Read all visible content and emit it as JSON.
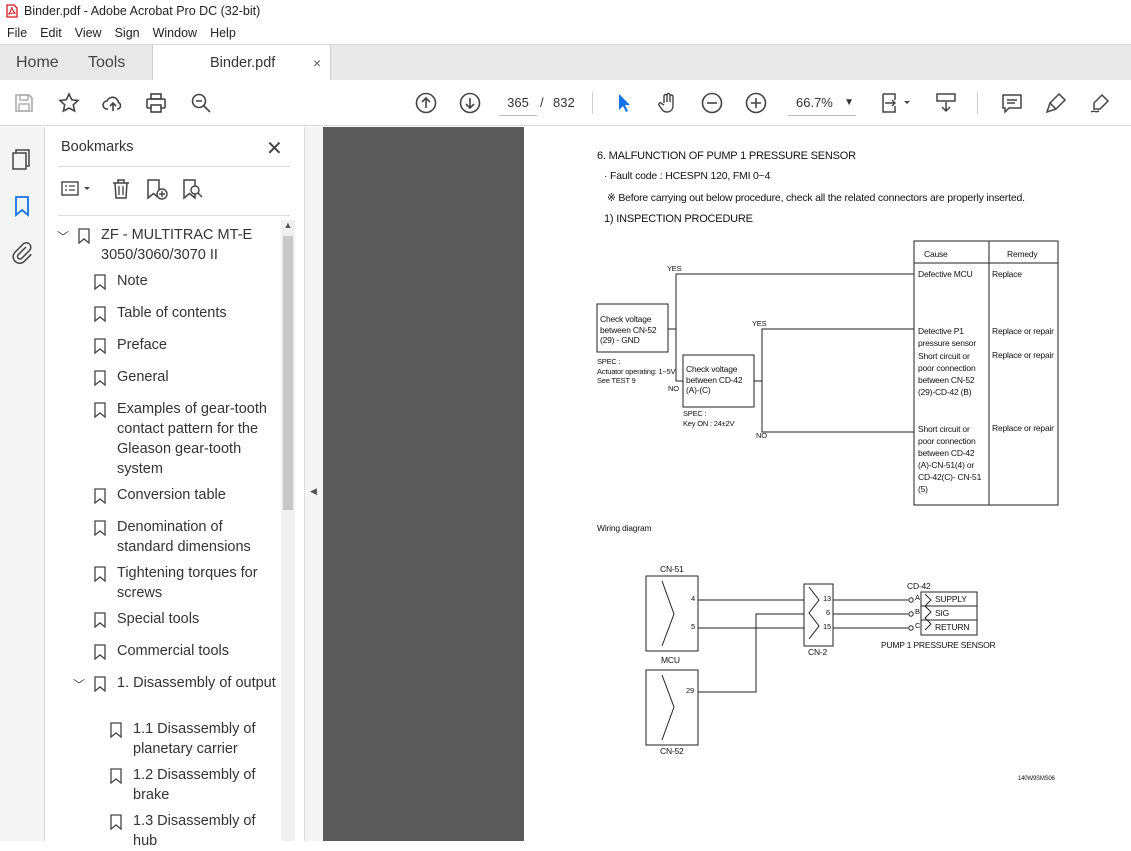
{
  "window": {
    "title": "Binder.pdf - Adobe Acrobat Pro DC (32-bit)"
  },
  "menu": [
    "File",
    "Edit",
    "View",
    "Sign",
    "Window",
    "Help"
  ],
  "tabs": {
    "home": "Home",
    "tools": "Tools",
    "doc": "Binder.pdf",
    "close": "×"
  },
  "toolbar": {
    "page_current": "365",
    "page_sep": "/",
    "page_total": "832",
    "zoom": "66.7%"
  },
  "bookmarks": {
    "title": "Bookmarks",
    "close": "✕",
    "items": [
      {
        "label": "ZF - MULTITRAC  MT-E 3050/3060/3070 II"
      },
      {
        "label": "Note"
      },
      {
        "label": "Table of contents"
      },
      {
        "label": "Preface"
      },
      {
        "label": "General"
      },
      {
        "label": "Examples of gear-tooth contact pattern for the Gleason gear-tooth system"
      },
      {
        "label": "Conversion table"
      },
      {
        "label": "Denomination of standard dimensions"
      },
      {
        "label": "Tightening torques for screws"
      },
      {
        "label": "Special tools"
      },
      {
        "label": "Commercial tools"
      },
      {
        "label": "1. Disassembly of output"
      },
      {
        "label": "1.1 Disassembly of planetary carrier"
      },
      {
        "label": "1.2 Disassembly of brake"
      },
      {
        "label": "1.3 Disassembly of hub"
      }
    ]
  },
  "doc": {
    "heading": "6. MALFUNCTION OF PUMP 1 PRESSURE SENSOR",
    "fault": "· Fault code : HCESPN 120, FMI 0~4",
    "note": "※ Before carrying out below procedure, check all the related connectors are properly inserted.",
    "proc": "1)  INSPECTION PROCEDURE",
    "table_cause": "Cause",
    "table_remedy": "Remedy",
    "yes1": "YES",
    "yes2": "YES",
    "no1": "NO",
    "no2": "NO",
    "box1": [
      "Check voltage",
      "between CN-52",
      "(29) - GND"
    ],
    "spec1": [
      "SPEC :",
      "Actuator operating: 1~5V",
      "See TEST 9"
    ],
    "box2": [
      "Check voltage",
      "between CD-42",
      "(A)-(C)"
    ],
    "spec2": [
      "SPEC :",
      "Key ON : 24±2V"
    ],
    "cause1": [
      "Defective MCU"
    ],
    "remedy1": "Replace",
    "cause2": [
      "Detective P1",
      "pressure sensor"
    ],
    "remedy2": "Replace or repair",
    "cause3": [
      "Short circuit or",
      "poor connection",
      "between CN-52",
      "(29)-CD-42 (B)"
    ],
    "remedy3": "Replace or repair",
    "cause4": [
      "Short circuit or",
      "poor connection",
      "between CD-42",
      "(A)-CN-51(4) or",
      "CD-42(C)- CN-51",
      "(5)"
    ],
    "remedy4": "Replace or repair",
    "wiring": "Wiring diagram",
    "cn51": "CN-51",
    "mcu": "MCU",
    "cn52": "CN-52",
    "cn2": "CN-2",
    "cd42": "CD-42",
    "pins_left": [
      "4",
      "5"
    ],
    "pin29": "29",
    "pins_mid": [
      "13",
      "6",
      "15"
    ],
    "pins_right": [
      "A",
      "B",
      "C"
    ],
    "signals": [
      "SUPPLY",
      "SIG",
      "RETURN"
    ],
    "sensor": "PUMP 1 PRESSURE SENSOR",
    "code": "140W9SMS06"
  }
}
